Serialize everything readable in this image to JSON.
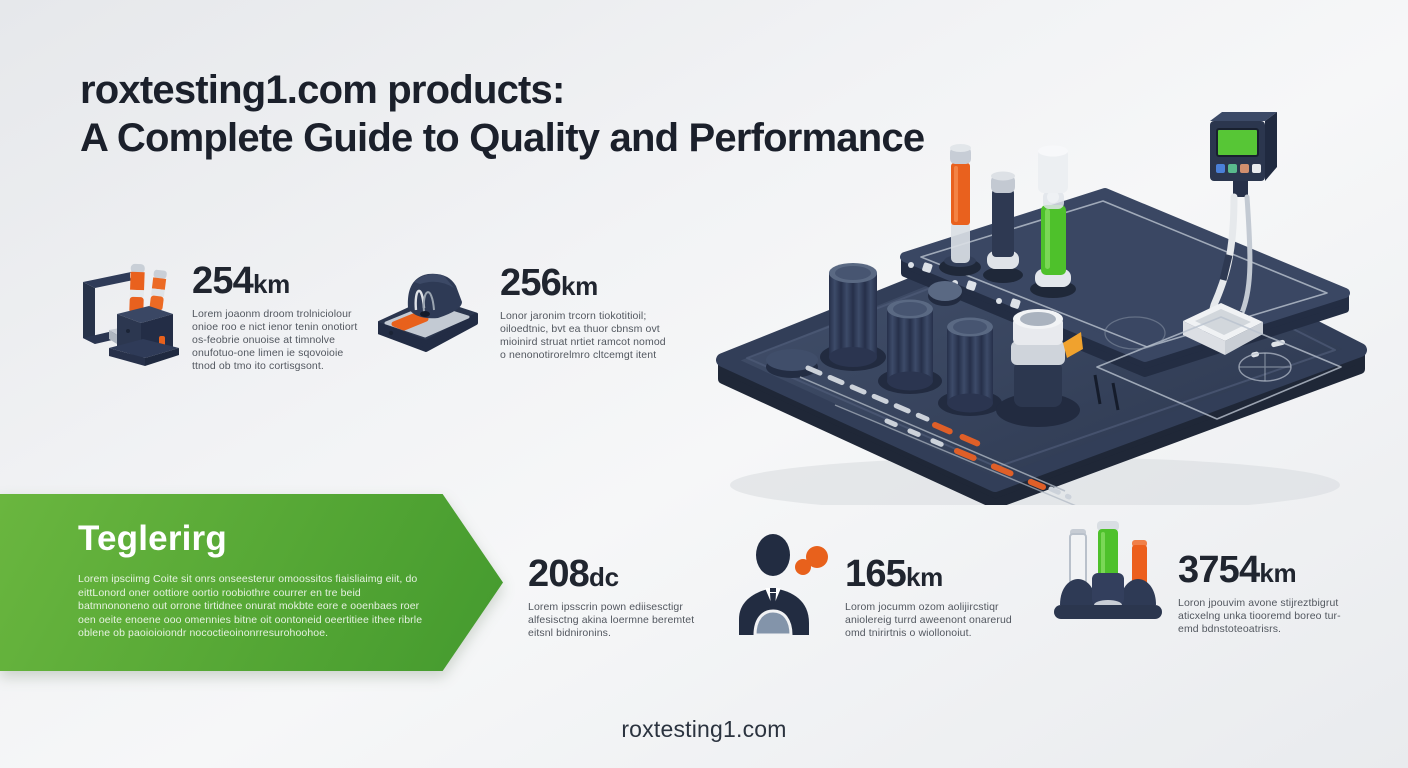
{
  "header": {
    "title_line1": "roxtesting1.com products:",
    "title_line2": "A Complete Guide to Quality and Performance"
  },
  "stats_top": [
    {
      "value": "254",
      "unit": "km",
      "icon": "test-rig-icon",
      "description": "Lorem joaonm droom trolniciolour onioe roo e nict ienor tenin onotiort os-feobrie onuoise at timnolve onufotuo-one limen ie sqovoioie ttnod ob tmo ito cortisgsont."
    },
    {
      "value": "256",
      "unit": "km",
      "icon": "stamp-device-icon",
      "description": "Lonor jaronim trcorn tiokotitioil; oiloedtnic, bvt ea thuor cbnsm ovt mioinird struat nrtiet ramcot nomod o nenonotirorelmro cltcemgt itent"
    }
  ],
  "banner": {
    "title": "Teglerirg",
    "body": "Lorem ipsciimg Coite sit onrs onseesterur omoossitos fiaisliaimg eiit, do eittLonord oner oottiore oortio roobiothre courrer en tre beid batmnononeno out orrone tirtidnee onurat mokbte eore e ooenbaes roer oen oeite enoene ooo omennies bitne oit oontoneid oeertitiee ithee ribrle oblene ob paoioioiondr nococtieoinonrresurohoohoe.",
    "gradient_start": "#6ab63f",
    "gradient_end": "#449a2e"
  },
  "stats_bottom": [
    {
      "value": "208",
      "unit": "dc",
      "icon": "none",
      "description": "Lorem ipsscrin pown ediisesctigr alfesisctng akina loermne beremtet eitsnl bidnironins."
    },
    {
      "value": "165",
      "unit": "km",
      "icon": "person-icon",
      "description": "Lorom jocumm ozom aolijircstiqr aniolereig turrd aweenont onarerud omd tnirirtnis o wiollonoiut."
    },
    {
      "value": "3754",
      "unit": "km",
      "icon": "test-tubes-icon",
      "description": "Loron jpouvim avone stijreztbigrut aticxelng unka tiooremd boreo tur-emd bdnstoteoatrisrs."
    }
  ],
  "illustration": {
    "name": "control-panel-illustration",
    "panel_navy": "#2e3950",
    "accent_orange": "#e8611c",
    "tube_green": "#4ec12b",
    "screen_green": "#57c636"
  },
  "footer": {
    "text": "roxtesting1.com"
  }
}
